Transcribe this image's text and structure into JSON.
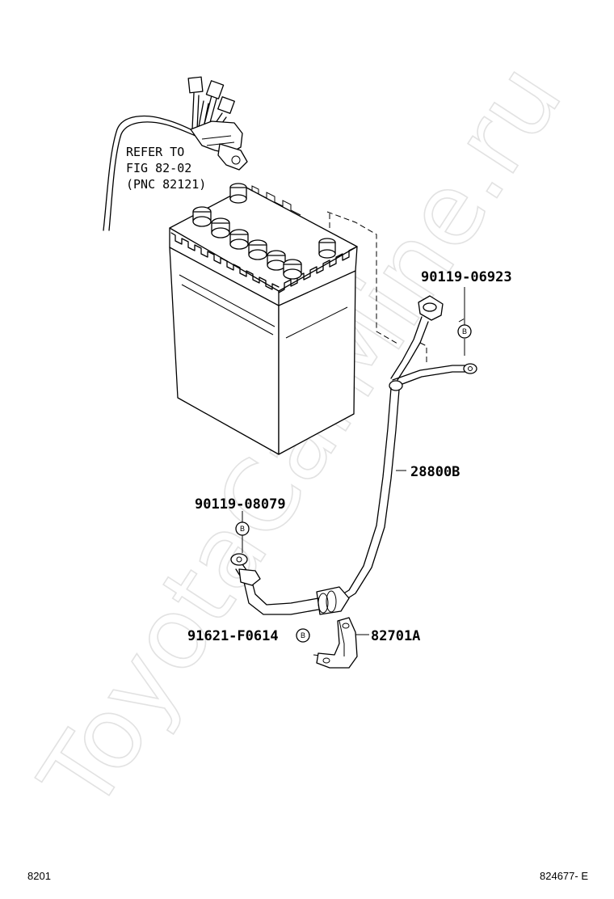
{
  "watermark": "ToyotaCarMine.ru",
  "reference_note": {
    "line1": "REFER TO",
    "line2": "FIG 82-02",
    "line3": "(PNC 82121)"
  },
  "parts": {
    "bolt_top": "90119-06923",
    "cable": "28800B",
    "bolt_left": "90119-08079",
    "nut_clamp": "91621-F0614",
    "clamp": "82701A"
  },
  "fastener_mark": "B",
  "footer": {
    "figure_number": "8201",
    "drawing_id": "824677- E"
  }
}
